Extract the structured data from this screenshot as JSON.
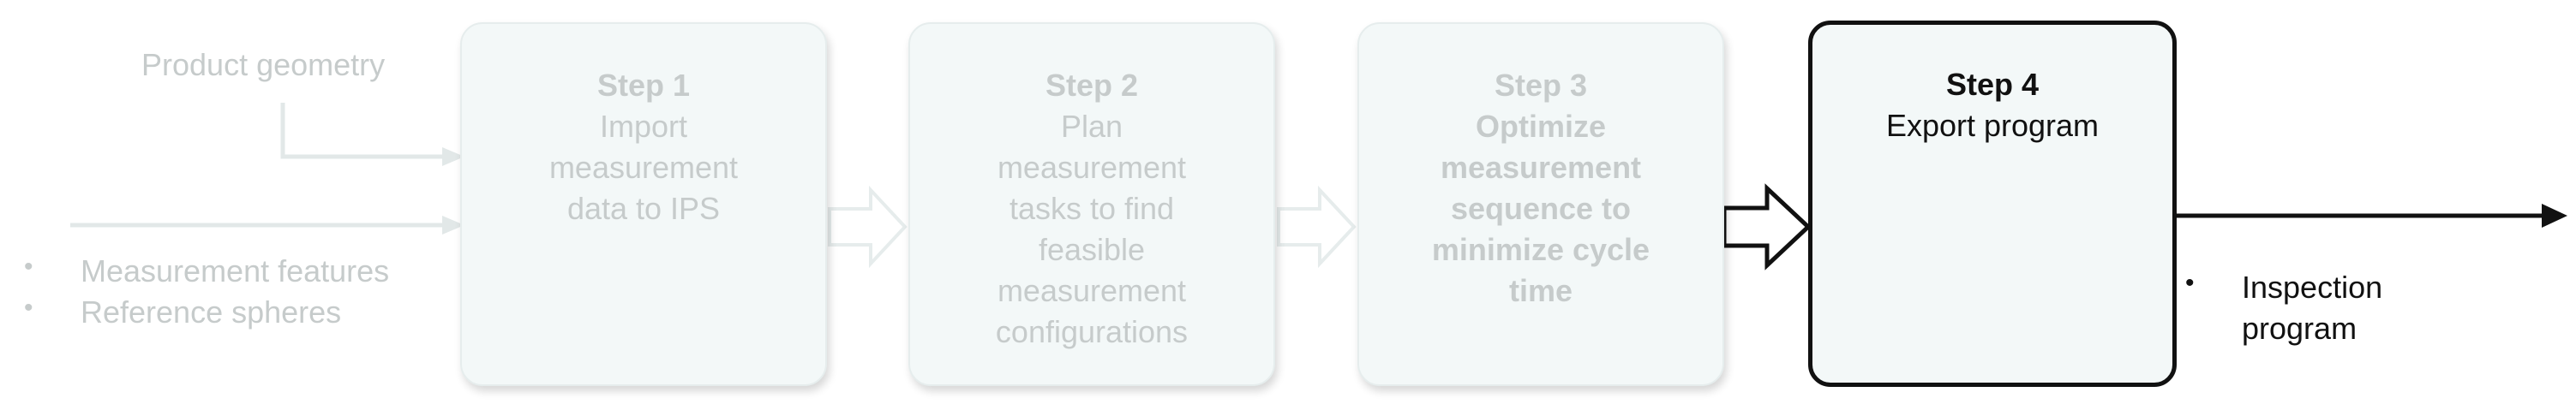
{
  "inputs": {
    "product_geometry": "Product geometry",
    "bullets": [
      "Measurement  features",
      "Reference spheres"
    ]
  },
  "steps": [
    {
      "title": "Step 1",
      "text": "Import\nmeasurement\ndata to IPS",
      "bold_text": false,
      "state": "faded"
    },
    {
      "title": "Step 2",
      "text": "Plan\nmeasurement\ntasks to find\nfeasible\nmeasurement\nconfigurations",
      "bold_text": false,
      "state": "faded"
    },
    {
      "title": "Step 3",
      "text": "Optimize\nmeasurement\nsequence to\nminimize cycle\ntime",
      "bold_text": true,
      "state": "faded"
    },
    {
      "title": "Step 4",
      "text": "Export program",
      "bold_text": false,
      "state": "active"
    }
  ],
  "output": {
    "bullets": [
      "Inspection\nprogram"
    ]
  },
  "colors": {
    "faded_text": "#c6cbcb",
    "active_text": "#111111",
    "box_fill": "#f3f8f8"
  }
}
